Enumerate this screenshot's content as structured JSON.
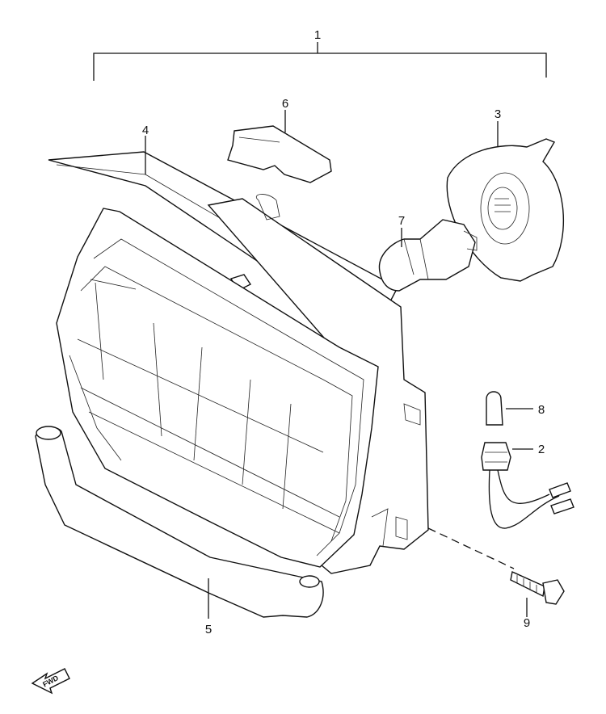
{
  "callouts": {
    "c1": "1",
    "c2": "2",
    "c3": "3",
    "c4": "4",
    "c5": "5",
    "c6": "6",
    "c7": "7",
    "c8": "8",
    "c9": "9"
  },
  "fwd_label": "FWD"
}
